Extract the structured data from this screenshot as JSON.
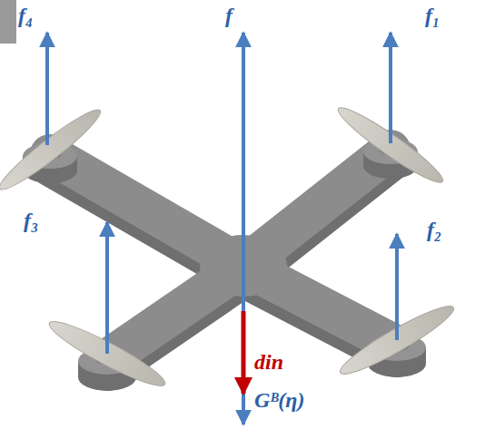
{
  "diagram": {
    "labels": [
      "f₄",
      "f",
      "f₁",
      "f₃",
      "f₂",
      "din",
      "Gᴮ(η)"
    ]
  }
}
